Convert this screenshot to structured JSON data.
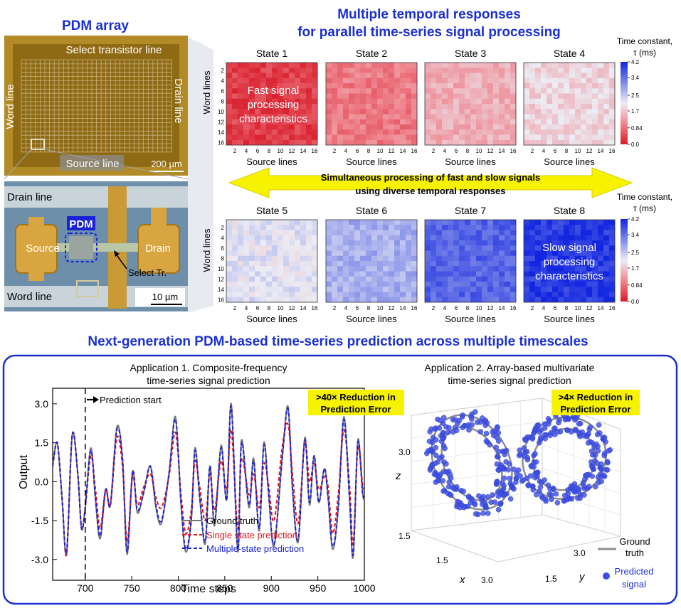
{
  "left_panel": {
    "title": "PDM array",
    "top": {
      "select_line": "Select transistor line",
      "word_line": "Word line",
      "drain_line": "Drain line",
      "source_line": "Source line",
      "scalebar": "200 µm"
    },
    "bottom": {
      "drain_line": "Drain line",
      "pdm": "PDM",
      "source": "Source",
      "drain": "Drain",
      "select_tr": "Select Tr.",
      "word_line": "Word line",
      "scalebar": "10 µm"
    }
  },
  "heatmaps": {
    "title_line1": "Multiple temporal responses",
    "title_line2": "for parallel time-series signal processing",
    "x_axis_label": "Source lines",
    "y_axis_label": "Word lines",
    "ticks": [
      "2",
      "4",
      "6",
      "8",
      "10",
      "12",
      "14",
      "16"
    ],
    "colorbar_title_1": "Time constant,",
    "colorbar_title_2": "τ (ms)",
    "colorbar_ticks": [
      "4.2",
      "3.4",
      "2.5",
      "1.7",
      "0.84",
      "0.0"
    ],
    "colorbar_colors": [
      "#1226e0",
      "#7e8ae8",
      "#ececf4",
      "#ef8790",
      "#d81a28"
    ],
    "states": [
      {
        "name": "State 1",
        "tau": 0.35
      },
      {
        "name": "State 2",
        "tau": 0.95
      },
      {
        "name": "State 3",
        "tau": 1.45
      },
      {
        "name": "State 4",
        "tau": 1.85
      },
      {
        "name": "State 5",
        "tau": 2.2
      },
      {
        "name": "State 6",
        "tau": 2.75
      },
      {
        "name": "State 7",
        "tau": 3.55
      },
      {
        "name": "State 8",
        "tau": 4.0
      }
    ],
    "note_fast": [
      "Fast signal",
      "processing",
      "characteristics"
    ],
    "note_slow": [
      "Slow signal",
      "processing",
      "characteristics"
    ],
    "arrow_text_1": "Simultaneous processing of fast and slow signals",
    "arrow_text_2": "using diverse temporal responses"
  },
  "bottom_section": {
    "title": "Next-generation PDM-based time-series prediction across multiple timescales"
  },
  "app1": {
    "title_1": "Application 1. Composite-frequency",
    "title_2": "time-series signal prediction",
    "badge_1": ">40× Reduction in",
    "badge_2": "Prediction Error",
    "prediction_start": "Prediction start",
    "legend": [
      "Ground truth",
      "Single state prediction",
      "Multiple-state prediction"
    ],
    "colors": {
      "ground": "#777777",
      "single": "#e0141e",
      "multi": "#1a22d8"
    },
    "chart_data": {
      "type": "line",
      "xlabel": "Time steps",
      "ylabel": "Output",
      "xlim": [
        665,
        1000
      ],
      "ylim": [
        -3.8,
        3.6
      ],
      "xticks": [
        700,
        750,
        800,
        850,
        900,
        950,
        1000
      ],
      "yticks": [
        3.0,
        1.5,
        0.0,
        -1.5,
        -3.0
      ],
      "prediction_start_x": 700,
      "series": [
        {
          "name": "Ground truth",
          "keypoints": [
            [
              665,
              0.6
            ],
            [
              670,
              1.5
            ],
            [
              675,
              -0.6
            ],
            [
              680,
              -2.8
            ],
            [
              686,
              1.8
            ],
            [
              692,
              0.3
            ],
            [
              696,
              -1.8
            ],
            [
              700,
              -1.0
            ],
            [
              706,
              1.3
            ],
            [
              711,
              -0.7
            ],
            [
              716,
              -2.2
            ],
            [
              722,
              -0.3
            ],
            [
              727,
              -0.9
            ],
            [
              734,
              2.1
            ],
            [
              740,
              0.9
            ],
            [
              745,
              -2.8
            ],
            [
              751,
              0.4
            ],
            [
              756,
              -1.2
            ],
            [
              763,
              -0.4
            ],
            [
              770,
              0.6
            ],
            [
              776,
              -1.0
            ],
            [
              782,
              -1.6
            ],
            [
              790,
              0.3
            ],
            [
              797,
              2.5
            ],
            [
              803,
              -0.9
            ],
            [
              808,
              -2.7
            ],
            [
              814,
              -1.5
            ],
            [
              818,
              1.3
            ],
            [
              823,
              -0.6
            ],
            [
              829,
              -2.4
            ],
            [
              834,
              0.6
            ],
            [
              839,
              -1.7
            ],
            [
              846,
              1.4
            ],
            [
              852,
              -0.7
            ],
            [
              857,
              3.0
            ],
            [
              864,
              -2.7
            ],
            [
              868,
              1.6
            ],
            [
              876,
              -1.0
            ],
            [
              881,
              0.9
            ],
            [
              887,
              -1.9
            ],
            [
              892,
              1.5
            ],
            [
              897,
              -0.4
            ],
            [
              903,
              -2.5
            ],
            [
              912,
              1.0
            ],
            [
              918,
              2.9
            ],
            [
              923,
              -0.4
            ],
            [
              929,
              -2.3
            ],
            [
              936,
              1.7
            ],
            [
              941,
              -0.9
            ],
            [
              946,
              1.0
            ],
            [
              951,
              -0.8
            ],
            [
              957,
              0.5
            ],
            [
              961,
              -0.6
            ],
            [
              966,
              -2.6
            ],
            [
              972,
              -1.0
            ],
            [
              978,
              2.5
            ],
            [
              984,
              -0.6
            ],
            [
              988,
              -2.9
            ],
            [
              993,
              1.6
            ],
            [
              998,
              -0.4
            ],
            [
              1000,
              -0.7
            ]
          ]
        },
        {
          "name": "Single state prediction",
          "keypoints": [
            [
              665,
              0.6
            ],
            [
              670,
              1.5
            ],
            [
              675,
              -0.6
            ],
            [
              680,
              -2.8
            ],
            [
              686,
              1.8
            ],
            [
              692,
              0.3
            ],
            [
              696,
              -1.8
            ],
            [
              700,
              -1.0
            ],
            [
              706,
              1.0
            ],
            [
              711,
              -0.3
            ],
            [
              716,
              -1.8
            ],
            [
              722,
              -0.3
            ],
            [
              727,
              -0.9
            ],
            [
              734,
              1.7
            ],
            [
              740,
              0.6
            ],
            [
              745,
              -2.3
            ],
            [
              751,
              0.2
            ],
            [
              756,
              -0.9
            ],
            [
              763,
              -0.2
            ],
            [
              770,
              0.3
            ],
            [
              776,
              -0.6
            ],
            [
              782,
              -1.0
            ],
            [
              790,
              0.2
            ],
            [
              797,
              1.9
            ],
            [
              803,
              -0.5
            ],
            [
              808,
              -2.0
            ],
            [
              814,
              -1.1
            ],
            [
              818,
              0.8
            ],
            [
              823,
              -0.2
            ],
            [
              829,
              -1.5
            ],
            [
              834,
              0.3
            ],
            [
              839,
              -1.1
            ],
            [
              846,
              0.8
            ],
            [
              852,
              -0.3
            ],
            [
              857,
              2.0
            ],
            [
              864,
              -1.8
            ],
            [
              868,
              0.9
            ],
            [
              876,
              -0.5
            ],
            [
              881,
              0.3
            ],
            [
              887,
              -1.0
            ],
            [
              892,
              0.7
            ],
            [
              897,
              -0.1
            ],
            [
              903,
              -1.5
            ],
            [
              912,
              1.4
            ],
            [
              918,
              2.2
            ],
            [
              923,
              0.2
            ],
            [
              929,
              -1.6
            ],
            [
              936,
              1.5
            ],
            [
              941,
              0.0
            ],
            [
              946,
              0.7
            ],
            [
              951,
              -0.3
            ],
            [
              957,
              0.2
            ],
            [
              961,
              -0.2
            ],
            [
              966,
              -2.0
            ],
            [
              972,
              -0.5
            ],
            [
              978,
              2.0
            ],
            [
              984,
              -0.1
            ],
            [
              988,
              -2.4
            ],
            [
              993,
              1.3
            ],
            [
              998,
              -0.1
            ],
            [
              1000,
              -0.3
            ]
          ]
        },
        {
          "name": "Multiple-state prediction",
          "keypoints": [
            [
              665,
              0.6
            ],
            [
              670,
              1.5
            ],
            [
              675,
              -0.6
            ],
            [
              680,
              -2.7
            ],
            [
              686,
              1.8
            ],
            [
              692,
              0.3
            ],
            [
              696,
              -1.8
            ],
            [
              700,
              -1.0
            ],
            [
              706,
              1.2
            ],
            [
              711,
              -0.6
            ],
            [
              716,
              -2.1
            ],
            [
              722,
              -0.3
            ],
            [
              727,
              -0.9
            ],
            [
              734,
              2.0
            ],
            [
              740,
              0.9
            ],
            [
              745,
              -2.7
            ],
            [
              751,
              0.4
            ],
            [
              756,
              -1.1
            ],
            [
              763,
              -0.4
            ],
            [
              770,
              0.6
            ],
            [
              776,
              -0.9
            ],
            [
              782,
              -1.5
            ],
            [
              790,
              0.3
            ],
            [
              797,
              2.4
            ],
            [
              803,
              -0.8
            ],
            [
              808,
              -2.6
            ],
            [
              814,
              -1.4
            ],
            [
              818,
              1.2
            ],
            [
              823,
              -0.6
            ],
            [
              829,
              -2.3
            ],
            [
              834,
              0.6
            ],
            [
              839,
              -1.6
            ],
            [
              846,
              1.3
            ],
            [
              852,
              -0.7
            ],
            [
              857,
              2.9
            ],
            [
              864,
              -2.6
            ],
            [
              868,
              1.5
            ],
            [
              876,
              -0.9
            ],
            [
              881,
              0.8
            ],
            [
              887,
              -1.8
            ],
            [
              892,
              1.4
            ],
            [
              897,
              -0.4
            ],
            [
              903,
              -2.4
            ],
            [
              912,
              1.0
            ],
            [
              918,
              2.8
            ],
            [
              923,
              -0.4
            ],
            [
              929,
              -2.2
            ],
            [
              936,
              1.6
            ],
            [
              941,
              -0.8
            ],
            [
              946,
              1.0
            ],
            [
              951,
              -0.8
            ],
            [
              957,
              0.5
            ],
            [
              961,
              -0.6
            ],
            [
              966,
              -2.5
            ],
            [
              972,
              -1.0
            ],
            [
              978,
              2.4
            ],
            [
              984,
              -0.6
            ],
            [
              988,
              -2.8
            ],
            [
              993,
              1.5
            ],
            [
              998,
              -0.4
            ],
            [
              1000,
              -0.6
            ]
          ]
        }
      ]
    }
  },
  "app2": {
    "title_1": "Application 2. Array-based multivariate",
    "title_2": "time-series signal prediction",
    "badge_1": ">4× Reduction in",
    "badge_2": "Prediction Error",
    "legend_ground_1": "Ground",
    "legend_ground_2": "truth",
    "legend_pred_1": "Predicted",
    "legend_pred_2": "signal",
    "z_label": "z",
    "x_label": "x",
    "y_label": "y",
    "z_ticks": [
      "3.0",
      "1.5"
    ],
    "x_ticks": [
      "1.5",
      "3.0"
    ],
    "y_ticks": [
      "3.0",
      "1.5"
    ],
    "colors": {
      "ground": "#8e8e8e",
      "points": "#3d4fe0"
    }
  }
}
